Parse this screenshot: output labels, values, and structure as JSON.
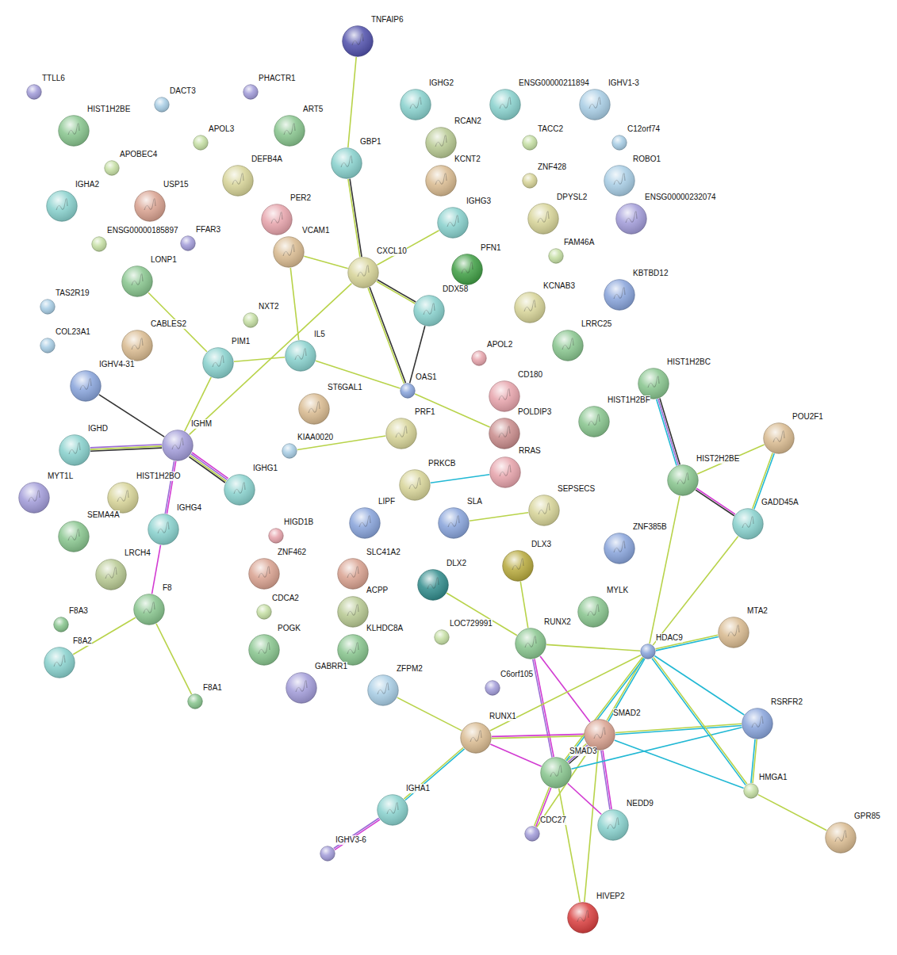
{
  "diagram": {
    "nodes": [
      {
        "text": [
          "TTLL6"
        ]
      },
      {
        "text": [
          "DACT3"
        ]
      },
      {
        "text": [
          "PHACTR1"
        ]
      },
      {
        "text": [
          "HIST1H2BE"
        ]
      },
      {
        "text": [
          "ART5"
        ]
      },
      {
        "text": [
          "APOL3"
        ]
      },
      {
        "text": [
          "APOBEC4"
        ]
      },
      {
        "text": [
          "DEFB4A"
        ]
      },
      {
        "text": [
          "IGHA2"
        ]
      },
      {
        "text": [
          "USP15"
        ]
      },
      {
        "text": [
          "ENSG00000185897"
        ]
      },
      {
        "text": [
          "FFAR3"
        ]
      },
      {
        "text": [
          "PER2"
        ]
      },
      {
        "text": [
          "VCAM1"
        ]
      },
      {
        "text": [
          "LONP1"
        ]
      },
      {
        "text": [
          "TAS2R19"
        ]
      },
      {
        "text": [
          "NXT2"
        ]
      },
      {
        "text": [
          "CABLES2"
        ]
      },
      {
        "text": [
          "COL23A1"
        ]
      },
      {
        "text": [
          "PIM1"
        ]
      },
      {
        "text": [
          "IL5"
        ]
      },
      {
        "text": [
          "IGHV4-31"
        ]
      },
      {
        "text": [
          "IGHD"
        ]
      },
      {
        "text": [
          "IGHM"
        ]
      },
      {
        "text": [
          "IGHG1"
        ]
      },
      {
        "text": [
          "MYT1L"
        ]
      },
      {
        "text": [
          "HIST1H2BO"
        ]
      },
      {
        "text": [
          "SEMA4A"
        ]
      },
      {
        "text": [
          "IGHG4"
        ]
      },
      {
        "text": [
          "LRCH4"
        ]
      },
      {
        "text": [
          "F8"
        ]
      },
      {
        "text": [
          "F8A3"
        ]
      },
      {
        "text": [
          "F8A2"
        ]
      },
      {
        "text": [
          "F8A1"
        ]
      },
      {
        "text": [
          "TNFAIP6"
        ]
      },
      {
        "text": [
          "GBP1"
        ]
      },
      {
        "text": [
          "CXCL10"
        ]
      },
      {
        "text": [
          "DDX58"
        ]
      },
      {
        "text": [
          "OAS1"
        ]
      },
      {
        "text": [
          "ST6GAL1"
        ]
      },
      {
        "text": [
          "KIAA0020"
        ]
      },
      {
        "text": [
          "PRF1"
        ]
      },
      {
        "text": [
          "IGHG2"
        ]
      },
      {
        "text": [
          "RCAN2"
        ]
      },
      {
        "text": [
          "KCNT2"
        ]
      },
      {
        "text": [
          "IGHG3"
        ]
      },
      {
        "text": [
          "PFN1"
        ]
      },
      {
        "text": [
          "ENSG00000211894"
        ]
      },
      {
        "text": [
          "IGHV1-3"
        ]
      },
      {
        "text": [
          "TACC2"
        ]
      },
      {
        "text": [
          "C12orf74"
        ]
      },
      {
        "text": [
          "ZNF428"
        ]
      },
      {
        "text": [
          "ROBO1"
        ]
      },
      {
        "text": [
          "DPYSL2"
        ]
      },
      {
        "text": [
          "ENSG00000232074"
        ]
      },
      {
        "text": [
          "FAM46A"
        ]
      },
      {
        "text": [
          "KCNAB3"
        ]
      },
      {
        "text": [
          "KBTBD12"
        ]
      },
      {
        "text": [
          "LRRC25"
        ]
      },
      {
        "text": [
          "APOL2"
        ]
      },
      {
        "text": [
          "CD180"
        ]
      },
      {
        "text": [
          "POLDIP3"
        ]
      },
      {
        "text": [
          "HIST1H2BC"
        ]
      },
      {
        "text": [
          "HIST1H2BF"
        ]
      },
      {
        "text": [
          "POU2F1"
        ]
      },
      {
        "text": [
          "HIST2H2BE"
        ]
      },
      {
        "text": [
          "GADD45A"
        ]
      },
      {
        "text": [
          "PRKCB"
        ]
      },
      {
        "text": [
          "RRAS"
        ]
      },
      {
        "text": [
          "SEPSECS"
        ]
      },
      {
        "text": [
          "LIPF"
        ]
      },
      {
        "text": [
          "SLA"
        ]
      },
      {
        "text": [
          "ZNF385B"
        ]
      },
      {
        "text": [
          "HIGD1B"
        ]
      },
      {
        "text": [
          "ZNF462"
        ]
      },
      {
        "text": [
          "SLC41A2"
        ]
      },
      {
        "text": [
          "DLX3"
        ]
      },
      {
        "text": [
          "DLX2"
        ]
      },
      {
        "text": [
          "CDCA2"
        ]
      },
      {
        "text": [
          "ACPP"
        ]
      },
      {
        "text": [
          "MYLK"
        ]
      },
      {
        "text": [
          "MTA2"
        ]
      },
      {
        "text": [
          "LOC729991"
        ]
      },
      {
        "text": [
          "RUNX2"
        ]
      },
      {
        "text": [
          "HDAC9"
        ]
      },
      {
        "text": [
          "POGK"
        ]
      },
      {
        "text": [
          "KLHDC8A"
        ]
      },
      {
        "text": [
          "GABRR1"
        ]
      },
      {
        "text": [
          "ZFPM2"
        ]
      },
      {
        "text": [
          "C6orf105"
        ]
      },
      {
        "text": [
          "RSRFR2"
        ]
      },
      {
        "text": [
          "RUNX1"
        ]
      },
      {
        "text": [
          "SMAD2"
        ]
      },
      {
        "text": [
          "SMAD3"
        ]
      },
      {
        "text": [
          "HMGA1"
        ]
      },
      {
        "text": [
          "GPR85"
        ]
      },
      {
        "text": [
          "IGHA1"
        ]
      },
      {
        "text": [
          "CDC27"
        ]
      },
      {
        "text": [
          "NEDD9"
        ]
      },
      {
        "text": [
          "IGHV3-6"
        ]
      },
      {
        "text": [
          "HIVEP2"
        ]
      }
    ],
    "edges": [
      {
        "from": 34,
        "to": 35,
        "arrow": "none"
      },
      {
        "from": 35,
        "to": 36,
        "arrow": "none"
      },
      {
        "from": 36,
        "to": 45,
        "arrow": "none"
      },
      {
        "from": 36,
        "to": 13,
        "arrow": "none"
      },
      {
        "from": 36,
        "to": 37,
        "arrow": "none"
      },
      {
        "from": 36,
        "to": 38,
        "arrow": "none"
      },
      {
        "from": 36,
        "to": 23,
        "arrow": "none"
      },
      {
        "from": 37,
        "to": 38,
        "arrow": "none"
      },
      {
        "from": 13,
        "to": 20,
        "arrow": "none"
      },
      {
        "from": 20,
        "to": 19,
        "arrow": "none"
      },
      {
        "from": 20,
        "to": 38,
        "arrow": "none"
      },
      {
        "from": 38,
        "to": 61,
        "arrow": "none"
      },
      {
        "from": 19,
        "to": 14,
        "arrow": "none"
      },
      {
        "from": 19,
        "to": 23,
        "arrow": "none"
      },
      {
        "from": 23,
        "to": 21,
        "arrow": "none"
      },
      {
        "from": 23,
        "to": 22,
        "arrow": "none"
      },
      {
        "from": 23,
        "to": 24,
        "arrow": "none"
      },
      {
        "from": 23,
        "to": 28,
        "arrow": "none"
      },
      {
        "from": 28,
        "to": 30,
        "arrow": "none"
      },
      {
        "from": 30,
        "to": 32,
        "arrow": "none"
      },
      {
        "from": 30,
        "to": 33,
        "arrow": "none"
      },
      {
        "from": 40,
        "to": 41,
        "arrow": "none"
      },
      {
        "from": 67,
        "to": 68,
        "arrow": "none"
      },
      {
        "from": 71,
        "to": 69,
        "arrow": "none"
      },
      {
        "from": 62,
        "to": 65,
        "arrow": "none"
      },
      {
        "from": 65,
        "to": 64,
        "arrow": "none"
      },
      {
        "from": 65,
        "to": 66,
        "arrow": "none"
      },
      {
        "from": 64,
        "to": 66,
        "arrow": "none"
      },
      {
        "from": 66,
        "to": 84,
        "arrow": "none"
      },
      {
        "from": 65,
        "to": 84,
        "arrow": "none"
      },
      {
        "from": 76,
        "to": 83,
        "arrow": "none"
      },
      {
        "from": 77,
        "to": 83,
        "arrow": "none"
      },
      {
        "from": 83,
        "to": 84,
        "arrow": "none"
      },
      {
        "from": 83,
        "to": 92,
        "arrow": "none"
      },
      {
        "from": 83,
        "to": 93,
        "arrow": "none"
      },
      {
        "from": 88,
        "to": 91,
        "arrow": "none"
      },
      {
        "from": 91,
        "to": 84,
        "arrow": "none"
      },
      {
        "from": 91,
        "to": 92,
        "arrow": "none"
      },
      {
        "from": 91,
        "to": 93,
        "arrow": "none"
      },
      {
        "from": 91,
        "to": 96,
        "arrow": "none"
      },
      {
        "from": 96,
        "to": 99,
        "arrow": "none"
      },
      {
        "from": 92,
        "to": 93,
        "arrow": "none"
      },
      {
        "from": 92,
        "to": 84,
        "arrow": "none"
      },
      {
        "from": 92,
        "to": 90,
        "arrow": "none"
      },
      {
        "from": 92,
        "to": 94,
        "arrow": "none"
      },
      {
        "from": 92,
        "to": 98,
        "arrow": "none"
      },
      {
        "from": 92,
        "to": 97,
        "arrow": "none"
      },
      {
        "from": 92,
        "to": 100,
        "arrow": "none"
      },
      {
        "from": 93,
        "to": 84,
        "arrow": "none"
      },
      {
        "from": 93,
        "to": 90,
        "arrow": "none"
      },
      {
        "from": 93,
        "to": 98,
        "arrow": "none"
      },
      {
        "from": 93,
        "to": 97,
        "arrow": "none"
      },
      {
        "from": 93,
        "to": 100,
        "arrow": "none"
      },
      {
        "from": 84,
        "to": 81,
        "arrow": "none"
      },
      {
        "from": 84,
        "to": 90,
        "arrow": "none"
      },
      {
        "from": 84,
        "to": 94,
        "arrow": "none"
      },
      {
        "from": 90,
        "to": 94,
        "arrow": "none"
      },
      {
        "from": 94,
        "to": 95,
        "arrow": "none"
      }
    ]
  }
}
